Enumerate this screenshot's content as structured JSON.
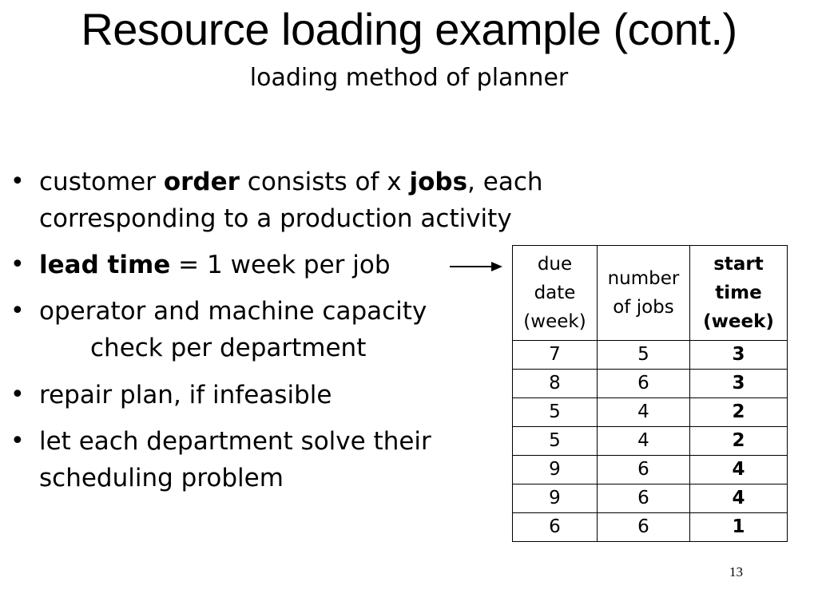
{
  "slide": {
    "title": "Resource loading example (cont.)",
    "subtitle": "loading method of planner",
    "page_number": "13"
  },
  "bullets": [
    {
      "line1": [
        {
          "t": "customer ",
          "b": false
        },
        {
          "t": "order",
          "b": true
        },
        {
          "t": " consists of x ",
          "b": false
        },
        {
          "t": "jobs",
          "b": true
        },
        {
          "t": ", each",
          "b": false
        }
      ],
      "line2": "corresponding to a production activity"
    },
    {
      "line1": [
        {
          "t": "lead time",
          "b": true
        },
        {
          "t": " = 1 week per job",
          "b": false
        }
      ]
    },
    {
      "line1": [
        {
          "t": "operator and machine capacity",
          "b": false
        }
      ],
      "line2": "check per department",
      "line2_indent": true
    },
    {
      "line1": [
        {
          "t": "repair plan, if infeasible",
          "b": false
        }
      ]
    },
    {
      "line1": [
        {
          "t": "let each department solve their",
          "b": false
        }
      ],
      "line2": "scheduling problem"
    }
  ],
  "table": {
    "headers": [
      {
        "lines": [
          "due",
          "date",
          "(week)"
        ],
        "bold": false
      },
      {
        "lines": [
          "number",
          "of jobs"
        ],
        "bold": false
      },
      {
        "lines": [
          "start",
          "time",
          "(week)"
        ],
        "bold": true
      }
    ],
    "rows": [
      [
        "7",
        "5",
        "3"
      ],
      [
        "8",
        "6",
        "3"
      ],
      [
        "5",
        "4",
        "2"
      ],
      [
        "5",
        "4",
        "2"
      ],
      [
        "9",
        "6",
        "4"
      ],
      [
        "9",
        "6",
        "4"
      ],
      [
        "6",
        "6",
        "1"
      ]
    ]
  }
}
